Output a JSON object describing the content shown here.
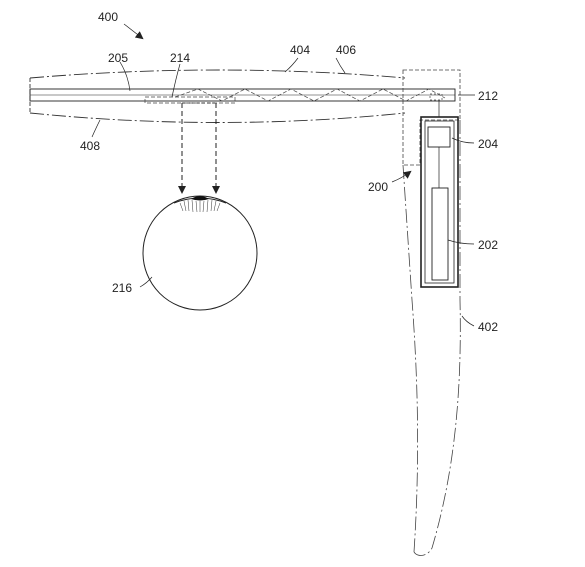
{
  "figure": {
    "labels": {
      "l400": "400",
      "l205": "205",
      "l214": "214",
      "l404": "404",
      "l406": "406",
      "l212": "212",
      "l408": "408",
      "l204": "204",
      "l200": "200",
      "l202": "202",
      "l216": "216",
      "l402": "402"
    },
    "colors": {
      "ink": "#222222",
      "background": "#ffffff"
    }
  }
}
